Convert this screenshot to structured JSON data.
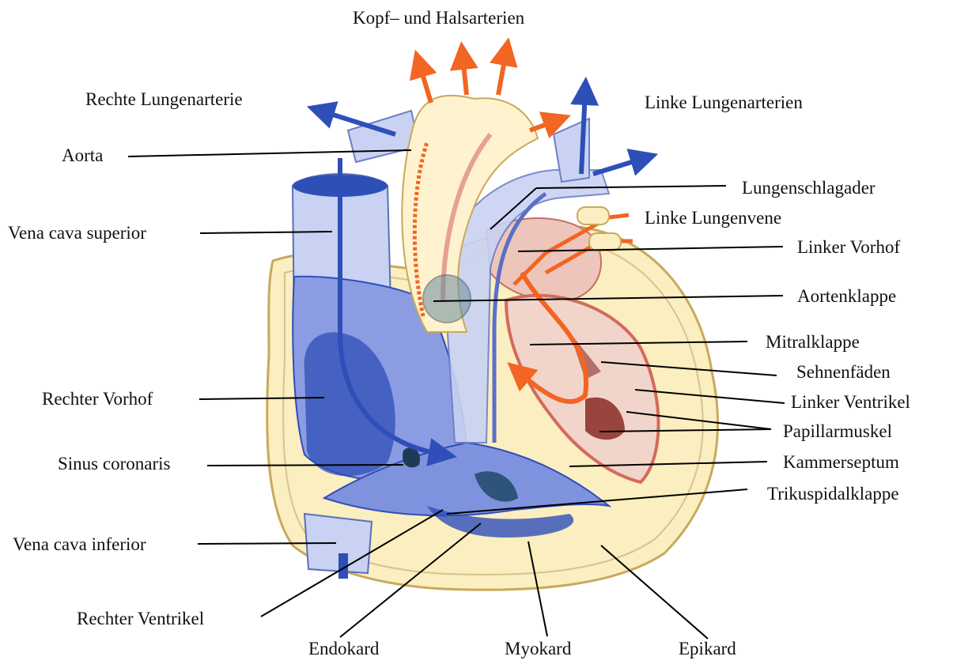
{
  "labels": {
    "kopf_hals": "Kopf– und Halsarterien",
    "rechte_lungenarterie": "Rechte Lungenarterie",
    "linke_lungenarterien": "Linke Lungenarterien",
    "aorta": "Aorta",
    "lungenschlagader": "Lungenschlagader",
    "linke_lungenvene": "Linke Lungenvene",
    "vena_cava_superior": "Vena cava superior",
    "linker_vorhof": "Linker Vorhof",
    "aortenklappe": "Aortenklappe",
    "mitralklappe": "Mitralklappe",
    "sehnenfaeden": "Sehnenfäden",
    "rechter_vorhof": "Rechter Vorhof",
    "linker_ventrikel": "Linker Ventrikel",
    "papillarmuskel": "Papillarmuskel",
    "sinus_coronaris": "Sinus coronaris",
    "kammerseptum": "Kammerseptum",
    "trikuspidalklappe": "Trikuspidalklappe",
    "vena_cava_inferior": "Vena cava inferior",
    "rechter_ventrikel": "Rechter Ventrikel",
    "endokard": "Endokard",
    "myokard": "Myokard",
    "epikard": "Epikard"
  },
  "colors": {
    "blood_oxygenated": "#f26522",
    "blood_deoxygenated": "#2e4fb8",
    "tissue_cream": "#fbeec0",
    "tissue_outline": "#c9a95a",
    "right_heart_fill": "#7f92dd",
    "right_heart_light": "#c9d2f2",
    "left_heart_pink": "#e7a39a",
    "aorta_fill": "#fff2cf",
    "leader_line": "#000000"
  }
}
